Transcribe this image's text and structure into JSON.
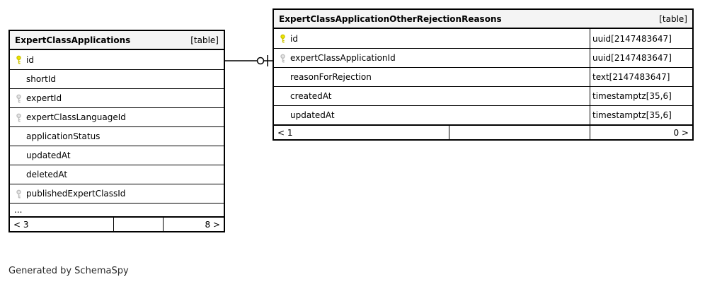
{
  "credit": "Generated by SchemaSpy",
  "colors": {
    "primary_key": "#ede600",
    "foreign_key": "#bdbdbd",
    "table_border": "#000000",
    "header_background": "#f4f4f4",
    "row_background": "#ffffff"
  },
  "tables": [
    {
      "name": "ExpertClassApplications",
      "badge": "[table]",
      "rows": [
        {
          "name": "id",
          "key": "primary"
        },
        {
          "name": "shortId",
          "key": "none"
        },
        {
          "name": "expertId",
          "key": "foreign"
        },
        {
          "name": "expertClassLanguageId",
          "key": "foreign"
        },
        {
          "name": "applicationStatus",
          "key": "none"
        },
        {
          "name": "updatedAt",
          "key": "none"
        },
        {
          "name": "deletedAt",
          "key": "none"
        },
        {
          "name": "publishedExpertClassId",
          "key": "foreign"
        },
        {
          "name": "...",
          "key": "none"
        }
      ],
      "footer": {
        "left": "< 3",
        "right": "8 >"
      }
    },
    {
      "name": "ExpertClassApplicationOtherRejectionReasons",
      "badge": "[table]",
      "rows": [
        {
          "name": "id",
          "type": "uuid[2147483647]",
          "key": "primary"
        },
        {
          "name": "expertClassApplicationId",
          "type": "uuid[2147483647]",
          "key": "foreign"
        },
        {
          "name": "reasonForRejection",
          "type": "text[2147483647]",
          "key": "none"
        },
        {
          "name": "createdAt",
          "type": "timestamptz[35,6]",
          "key": "none"
        },
        {
          "name": "updatedAt",
          "type": "timestamptz[35,6]",
          "key": "none"
        }
      ],
      "footer": {
        "left": "< 1",
        "right": "0 >"
      }
    }
  ],
  "relationship": {
    "from_table": "ExpertClassApplications",
    "from_column": "id",
    "to_table": "ExpertClassApplicationOtherRejectionReasons",
    "to_column": "expertClassApplicationId",
    "cardinality_glyph": "o|"
  }
}
